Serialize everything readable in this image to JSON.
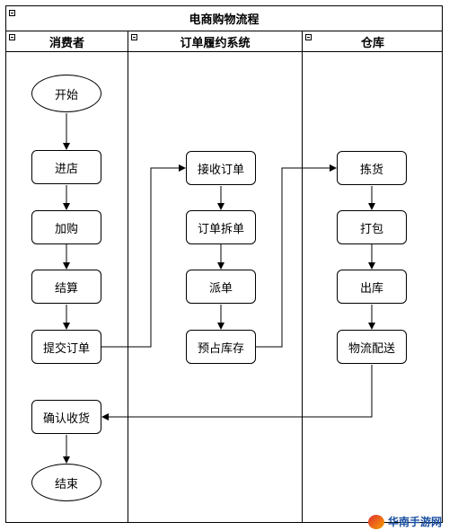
{
  "title": "电商购物流程",
  "lanes": [
    "消费者",
    "订单履约系统",
    "仓库"
  ],
  "nodes": {
    "start": "开始",
    "enter_store": "进店",
    "add_cart": "加购",
    "checkout": "结算",
    "submit_order": "提交订单",
    "receive_order": "接收订单",
    "split_order": "订单拆单",
    "dispatch": "派单",
    "reserve_stock": "预占库存",
    "pick": "拣货",
    "pack": "打包",
    "outbound": "出库",
    "ship": "物流配送",
    "confirm_receipt": "确认收货",
    "end": "结束"
  },
  "watermark": {
    "text": "华南手游网"
  }
}
